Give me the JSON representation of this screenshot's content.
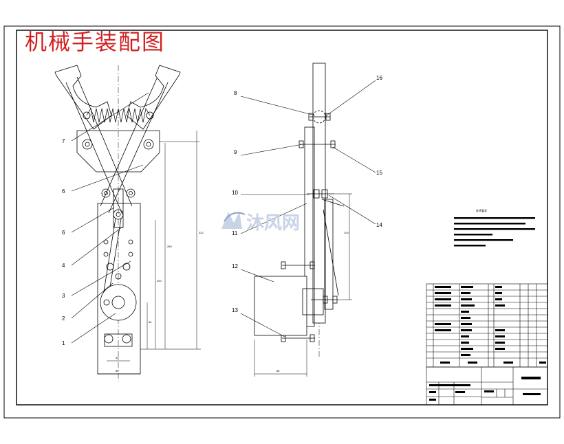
{
  "title": "机械手装配图",
  "watermark": {
    "text": "沐风网",
    "color": "#c8d3e6"
  },
  "colors": {
    "title": "#d22020",
    "ink": "#000000",
    "watermark": "#c8d3e6"
  },
  "front_view_labels": [
    "7",
    "6",
    "6",
    "4",
    "3",
    "2",
    "1"
  ],
  "side_view_labels_left": [
    "8",
    "9",
    "10",
    "11",
    "12",
    "13"
  ],
  "side_view_labels_right": [
    "16",
    "15",
    "14"
  ]
}
